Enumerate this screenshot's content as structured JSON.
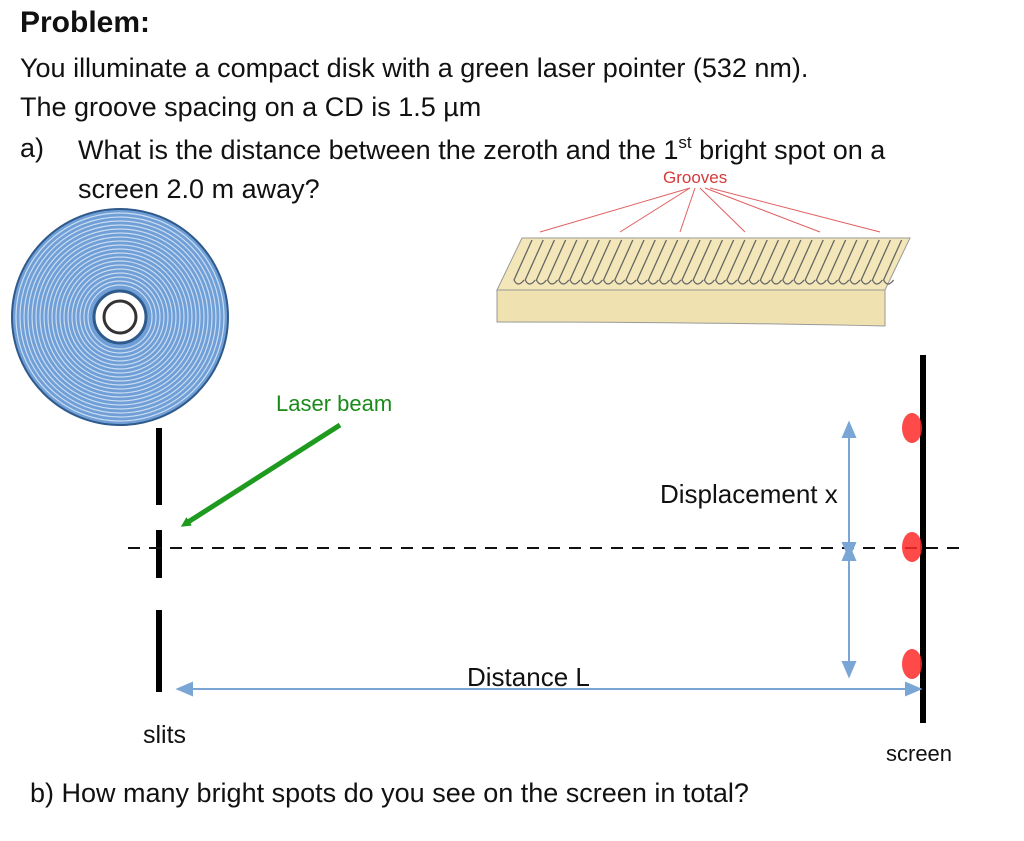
{
  "problem": {
    "title": "Problem:",
    "line1": "You illuminate a compact disk with a green laser pointer (532 nm).",
    "line2": "The groove spacing on a CD is 1.5 µm",
    "part_a": {
      "label": "a)",
      "text_before": "What is the distance between  the zeroth and the 1",
      "sup": "st",
      "text_after": " bright spot on a",
      "continuation": "screen 2.0 m away?"
    },
    "part_b": "b) How many bright spots do you see on the screen in total?"
  },
  "diagram": {
    "grooves_label": "Grooves",
    "laser_label": "Laser beam",
    "displacement_label": "Displacement x",
    "distance_label": "Distance L",
    "slits_label": "slits",
    "screen_label": "screen",
    "colors": {
      "laser_arrow": "#1e9a1e",
      "grooves_text": "#d63a3a",
      "cd_blue": "#6f9fd6",
      "cd_ring": "#4a7ab8",
      "groove_base": "#f3e6b8",
      "spot": "#ff2a2a",
      "measure_arrow": "#7aa6d6"
    }
  }
}
